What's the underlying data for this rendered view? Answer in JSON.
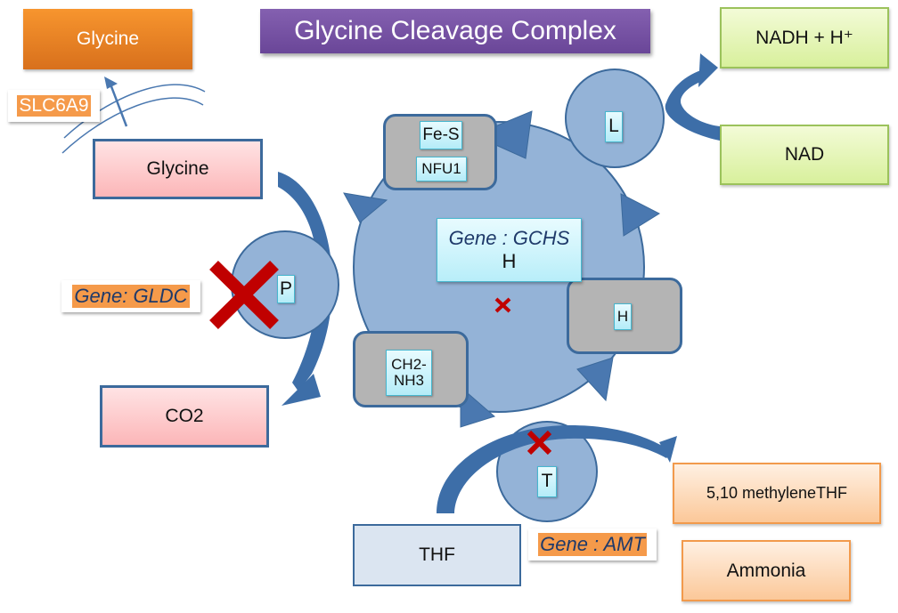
{
  "title": "Glycine Cleavage Complex",
  "transporter": {
    "product": "Glycine",
    "gene": "SLC6A9"
  },
  "inputs": {
    "glycine": "Glycine",
    "nad": "NAD",
    "thf": "THF"
  },
  "outputs": {
    "co2": "CO2",
    "nadh": "NADH + H⁺",
    "methylene_thf": "5,10 methyleneTHF",
    "ammonia": "Ammonia"
  },
  "proteins": {
    "p": {
      "label": "P",
      "gene": "Gene: GLDC",
      "blocked": true
    },
    "h": {
      "label": "H",
      "gene": "Gene : GCHS",
      "blocked": true
    },
    "t": {
      "label": "T",
      "gene": "Gene : AMT",
      "blocked": true
    },
    "l": {
      "label": "L"
    }
  },
  "h_states": {
    "fe_s": "Fe-S",
    "nfu1": "NFU1",
    "h_reduced": "H",
    "ch2_nh3": "CH2-\nNH3"
  },
  "colors": {
    "cycle_fill": "#94b3d7",
    "arrow_blue": "#4a78b0",
    "block_red": "#c00000",
    "title_purple": "#7452a2"
  }
}
